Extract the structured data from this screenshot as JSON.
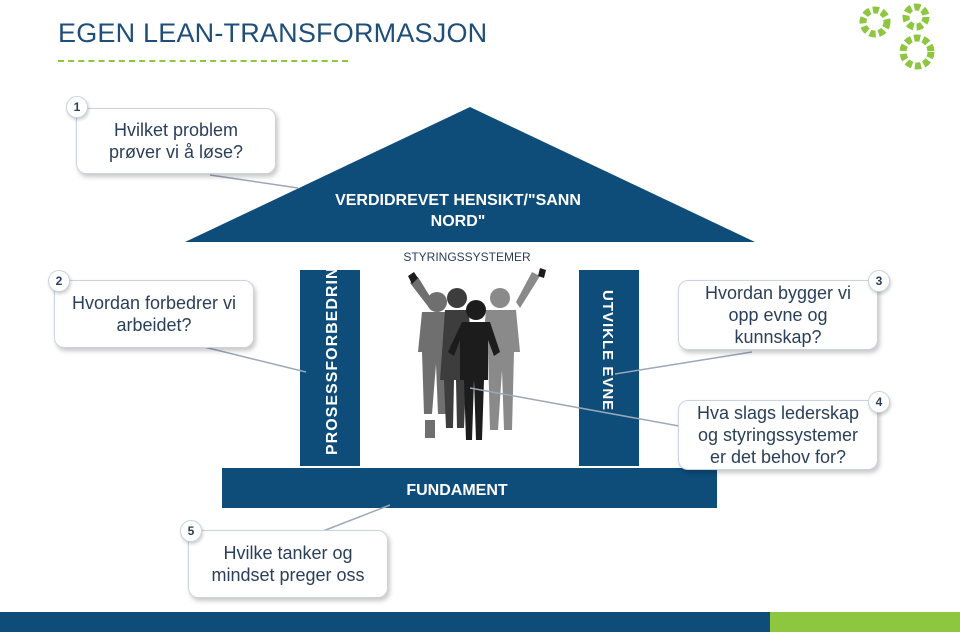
{
  "title": "EGEN LEAN-TRANSFORMASJON",
  "colors": {
    "navy": "#0e4c7a",
    "green": "#8dc63f",
    "white": "#ffffff"
  },
  "house": {
    "roof_line1": "VERDIDREVET HENSIKT/\"SANN",
    "roof_line2": "NORD\"",
    "management_label": "STYRINGSSYSTEMER",
    "left_pillar": "PROSESSFORBEDRING",
    "right_pillar": "UTVIKLE EVNE",
    "foundation": "FUNDAMENT",
    "center_image": "business-team-silhouette"
  },
  "callouts": [
    {
      "number": "1",
      "lines": [
        "Hvilket problem",
        "prøver vi å løse?"
      ]
    },
    {
      "number": "2",
      "lines": [
        "Hvordan forbedrer vi",
        "arbeidet?"
      ]
    },
    {
      "number": "3",
      "lines": [
        "Hvordan bygger vi",
        "opp evne og",
        "kunnskap?"
      ]
    },
    {
      "number": "4",
      "lines": [
        "Hva slags lederskap",
        "og styringssystemer",
        "er det behov for?"
      ]
    },
    {
      "number": "5",
      "lines": [
        "Hvilke tanker og",
        "mindset preger oss"
      ]
    }
  ]
}
